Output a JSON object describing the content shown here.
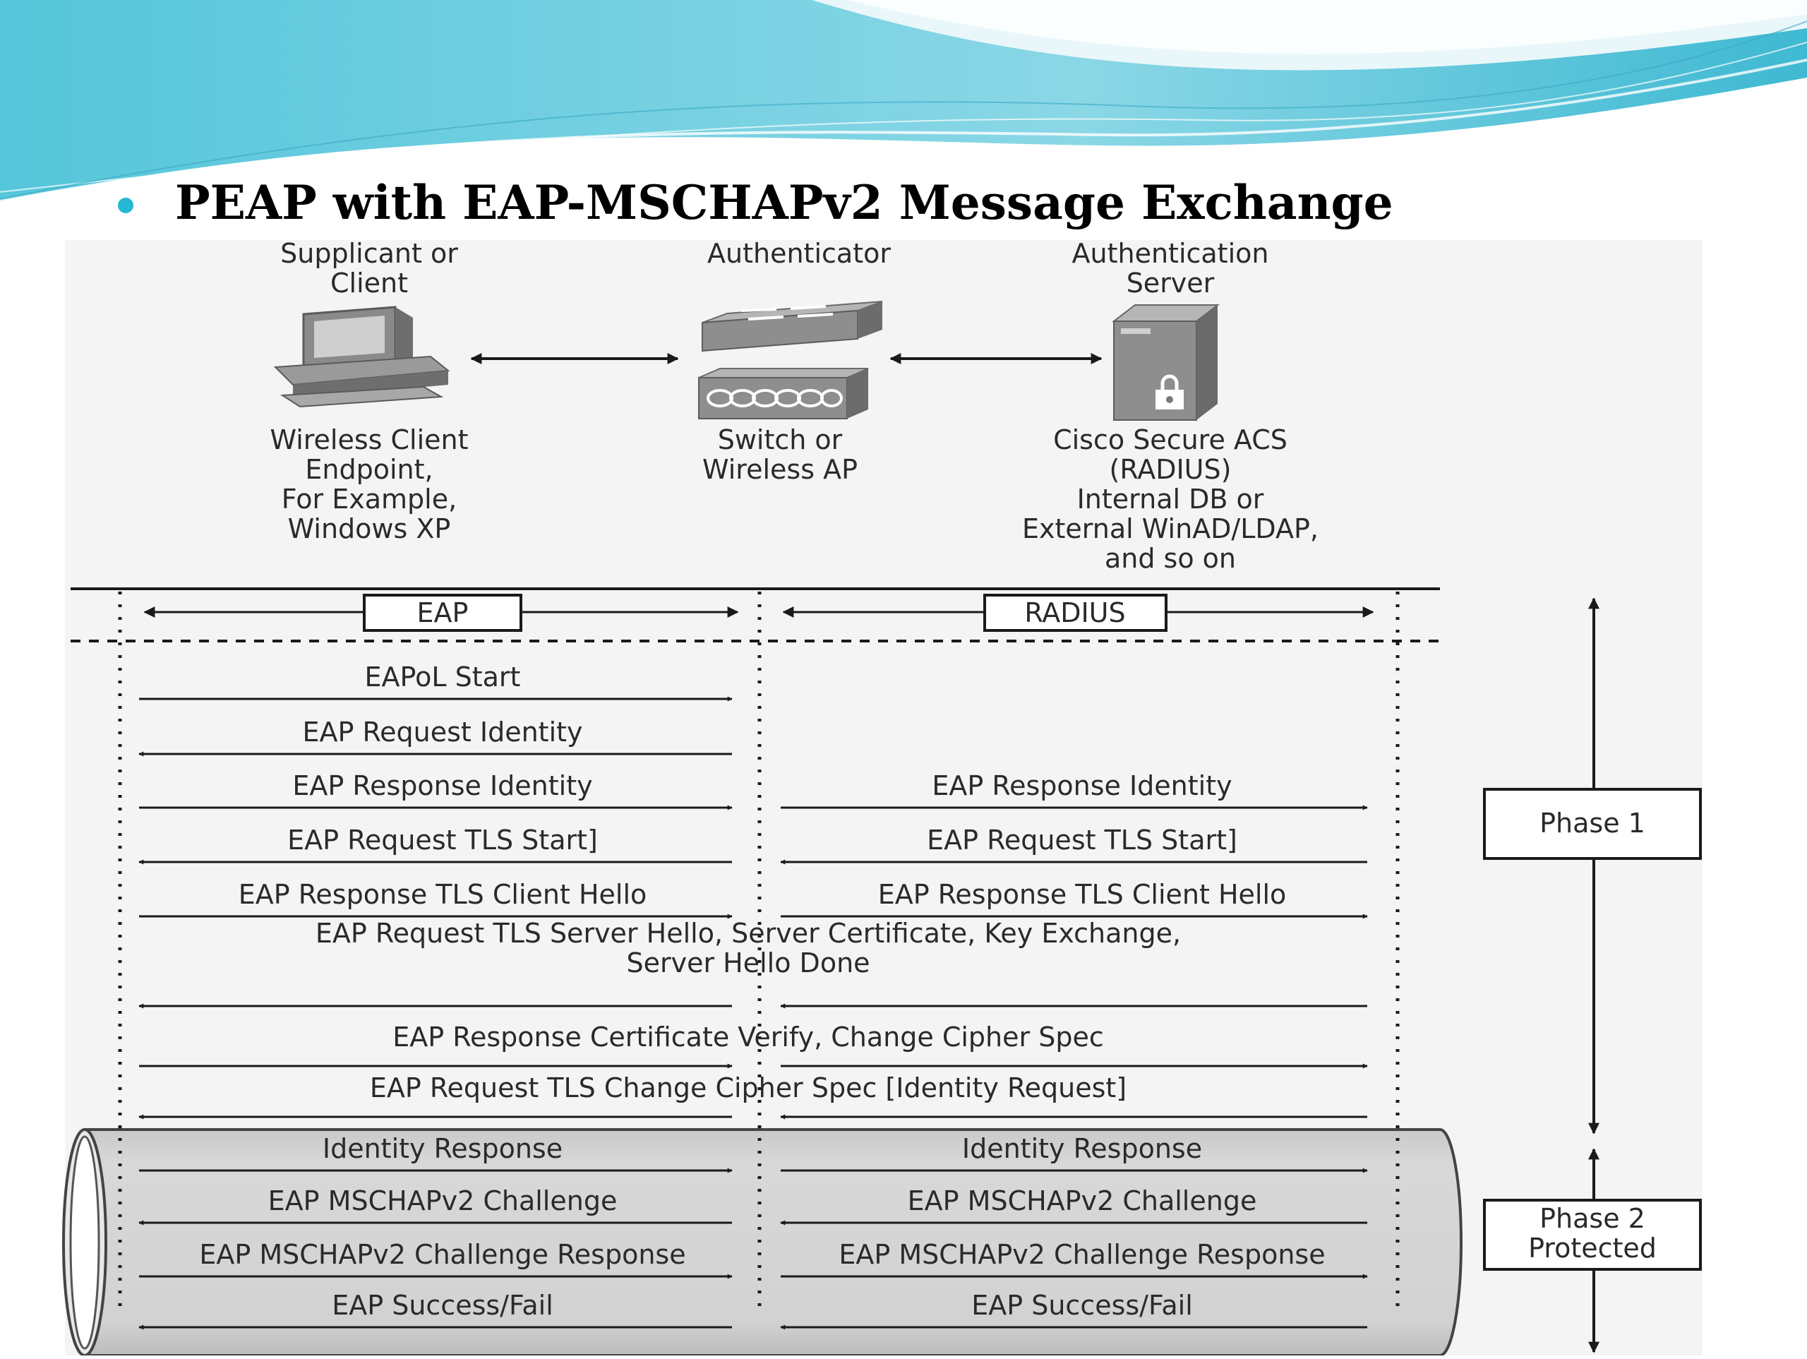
{
  "slide": {
    "title": "PEAP with EAP-MSCHAPv2 Message Exchange",
    "bullet_color": "#25b7d3",
    "wave_colors": [
      "#5ec9dc",
      "#a8e2ec",
      "#e6f6f9"
    ]
  },
  "entities": [
    {
      "header": [
        "Supplicant or",
        "Client"
      ],
      "icon": "computer-icon",
      "caption": [
        "Wireless Client",
        "Endpoint,",
        "For Example,",
        "Windows XP"
      ]
    },
    {
      "header": [
        "Authenticator"
      ],
      "icon": "switch-and-access-point-icon",
      "caption": [
        "Switch or",
        "Wireless AP"
      ]
    },
    {
      "header": [
        "Authentication",
        "Server"
      ],
      "icon": "server-with-lock-icon",
      "caption": [
        "Cisco Secure ACS",
        "(RADIUS)",
        "Internal DB or",
        "External WinAD/LDAP,",
        "and so on"
      ]
    }
  ],
  "protocols": {
    "left": "EAP",
    "right": "RADIUS"
  },
  "phases": {
    "phase1": "Phase 1",
    "phase2": [
      "Phase 2",
      "Protected"
    ]
  },
  "messages": [
    {
      "left_label": "EAPoL Start",
      "right_label": "",
      "left_dir": "right",
      "right_dir": null
    },
    {
      "left_label": "EAP Request Identity",
      "right_label": "",
      "left_dir": "left",
      "right_dir": null
    },
    {
      "left_label": "EAP Response Identity",
      "right_label": "EAP Response Identity",
      "left_dir": "right",
      "right_dir": "right"
    },
    {
      "left_label": "EAP Request TLS Start]",
      "right_label": "EAP Request TLS Start]",
      "left_dir": "left",
      "right_dir": "left"
    },
    {
      "left_label": "EAP Response TLS Client Hello",
      "right_label": "EAP Response TLS Client Hello",
      "left_dir": "right",
      "right_dir": "right"
    },
    {
      "span_label": [
        "EAP Request TLS Server Hello, Server Certificate, Key Exchange,",
        "Server Hello Done"
      ],
      "left_dir": "left",
      "right_dir": "left"
    },
    {
      "span_label": [
        "EAP Response Certificate Verify, Change Cipher Spec"
      ],
      "left_dir": "right",
      "right_dir": "right"
    },
    {
      "span_label": [
        "EAP Request TLS Change Cipher Spec [Identity Request]"
      ],
      "left_dir": "left",
      "right_dir": "left"
    },
    {
      "left_label": "Identity Response",
      "right_label": "Identity Response",
      "left_dir": "right",
      "right_dir": "right"
    },
    {
      "left_label": "EAP MSCHAPv2 Challenge",
      "right_label": "EAP MSCHAPv2 Challenge",
      "left_dir": "left",
      "right_dir": "left"
    },
    {
      "left_label": "EAP MSCHAPv2 Challenge Response",
      "right_label": "EAP MSCHAPv2 Challenge Response",
      "left_dir": "right",
      "right_dir": "right"
    },
    {
      "left_label": "EAP Success/Fail",
      "right_label": "EAP Success/Fail",
      "left_dir": "left",
      "right_dir": "left"
    }
  ]
}
